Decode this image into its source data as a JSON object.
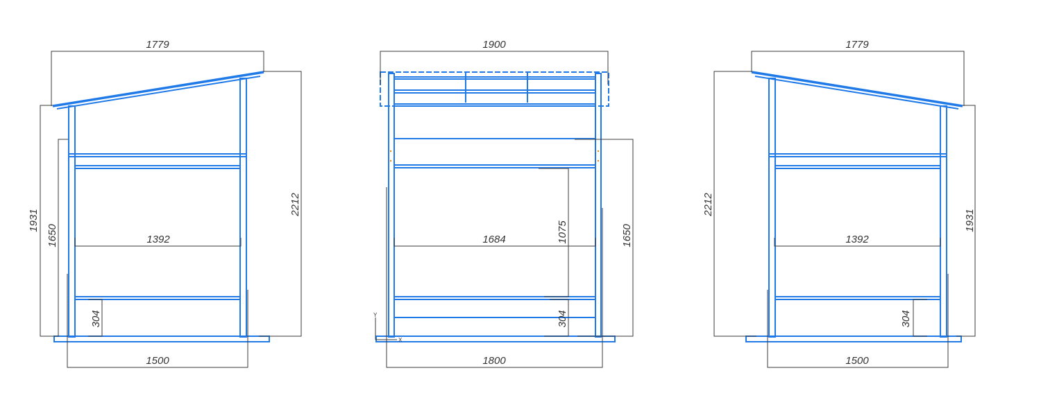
{
  "colors": {
    "structure": "#1f7ae8",
    "dimension": "#3a3a3a"
  },
  "views": {
    "left": {
      "roof_width": "1779",
      "total_height": "2212",
      "front_height": "1931",
      "rail_height": "1650",
      "inner_width": "1392",
      "bottom_rail": "304",
      "base_width": "1500"
    },
    "front": {
      "roof_width": "1900",
      "base_width": "1800",
      "inner_width": "1684",
      "panel_height": "1075",
      "rail_height": "1650",
      "bottom_rail": "304",
      "axis_x": "X",
      "axis_y": "Y"
    },
    "right": {
      "roof_width": "1779",
      "total_height": "2212",
      "front_height": "1931",
      "inner_width": "1392",
      "bottom_rail": "304",
      "base_width": "1500"
    }
  }
}
